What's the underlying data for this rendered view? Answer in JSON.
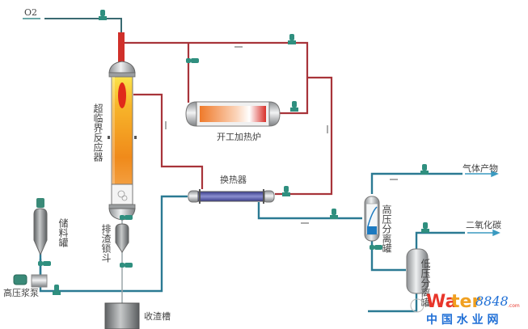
{
  "diagram": {
    "title": "超临界水氧化工艺流程",
    "labels": {
      "oxygen": "O2",
      "reactor": "超临界反应器",
      "heater": "开工加热炉",
      "heat_exchanger": "换热器",
      "storage_tank": "储料罐",
      "slurry_pump": "高压浆泵",
      "slag_lock_hopper": "排渣锁斗",
      "slag_tank": "收渣槽",
      "hp_separator": "高压分离罐",
      "lp_separator": "低压分离罐",
      "gas_product": "气体产物",
      "co2": "二氧化碳"
    },
    "watermark": {
      "brand_a": "Wa",
      "brand_b": "ter",
      "brand_num": "8848",
      "brand_com": ".com",
      "brand_cn": "中 国 水 业 网"
    },
    "colors": {
      "hot_line": "#a8343a",
      "cold_line": "#2b7a93",
      "oxygen_line": "#3a6a72",
      "valve": "#2f8f7f",
      "vessel": "#c9cbcc",
      "reactor_hot": "#f08a1a",
      "reactor_core": "#e02a1a",
      "watermark_red": "#e8352a",
      "watermark_blue": "#1f6fd6"
    }
  }
}
